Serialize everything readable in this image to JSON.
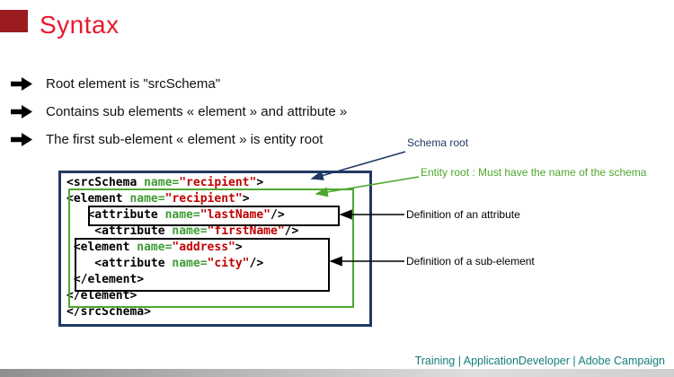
{
  "slide": {
    "title": "Syntax",
    "footer": "Training | ApplicationDeveloper | Adobe Campaign"
  },
  "colors": {
    "title_red": "#e8192c",
    "corner_red": "#9b1c1f",
    "code_border_navy": "#203864",
    "entity_green": "#4ea72e",
    "annotation_navy": "#1f3864",
    "footer_teal": "#127d7a",
    "code_attr_green": "#3f9b35",
    "code_value_red": "#c00000"
  },
  "bullets": [
    "Root element is \"srcSchema\"",
    "Contains sub elements « element » and attribute »",
    "The first sub-element « element » is entity root"
  ],
  "code": {
    "lines": [
      {
        "tokens": [
          {
            "t": "<srcSchema ",
            "c": "tag"
          },
          {
            "t": "name=",
            "c": "attr"
          },
          {
            "t": "\"recipient\"",
            "c": "val"
          },
          {
            "t": ">",
            "c": "tag"
          }
        ]
      },
      {
        "tokens": [
          {
            "t": "<element ",
            "c": "tag"
          },
          {
            "t": "name=",
            "c": "attr"
          },
          {
            "t": "\"recipient\"",
            "c": "val"
          },
          {
            "t": ">",
            "c": "tag"
          }
        ]
      },
      {
        "tokens": [
          {
            "t": "   <attribute ",
            "c": "tag"
          },
          {
            "t": "name=",
            "c": "attr"
          },
          {
            "t": "\"lastName\"",
            "c": "val"
          },
          {
            "t": "/>",
            "c": "tag"
          }
        ]
      },
      {
        "tokens": [
          {
            "t": "    <attribute ",
            "c": "tag"
          },
          {
            "t": "name=",
            "c": "attr"
          },
          {
            "t": "\"firstName\"",
            "c": "val"
          },
          {
            "t": "/>",
            "c": "tag"
          }
        ]
      },
      {
        "tokens": [
          {
            "t": " <element ",
            "c": "tag"
          },
          {
            "t": "name=",
            "c": "attr"
          },
          {
            "t": "\"address\"",
            "c": "val"
          },
          {
            "t": ">",
            "c": "tag"
          }
        ]
      },
      {
        "tokens": [
          {
            "t": "    <attribute ",
            "c": "tag"
          },
          {
            "t": "name=",
            "c": "attr"
          },
          {
            "t": "\"city\"",
            "c": "val"
          },
          {
            "t": "/>",
            "c": "tag"
          }
        ]
      },
      {
        "tokens": [
          {
            "t": " </element>",
            "c": "tag"
          }
        ]
      },
      {
        "tokens": [
          {
            "t": "</element>",
            "c": "tag"
          }
        ]
      },
      {
        "tokens": [
          {
            "t": "</srcSchema>",
            "c": "tag"
          }
        ]
      }
    ]
  },
  "annotations": {
    "schema_root": "Schema root",
    "entity_root": "Entity root : Must have the name of the schema",
    "def_attribute": "Definition of an attribute",
    "def_subelement": "Definition of a sub-element"
  }
}
